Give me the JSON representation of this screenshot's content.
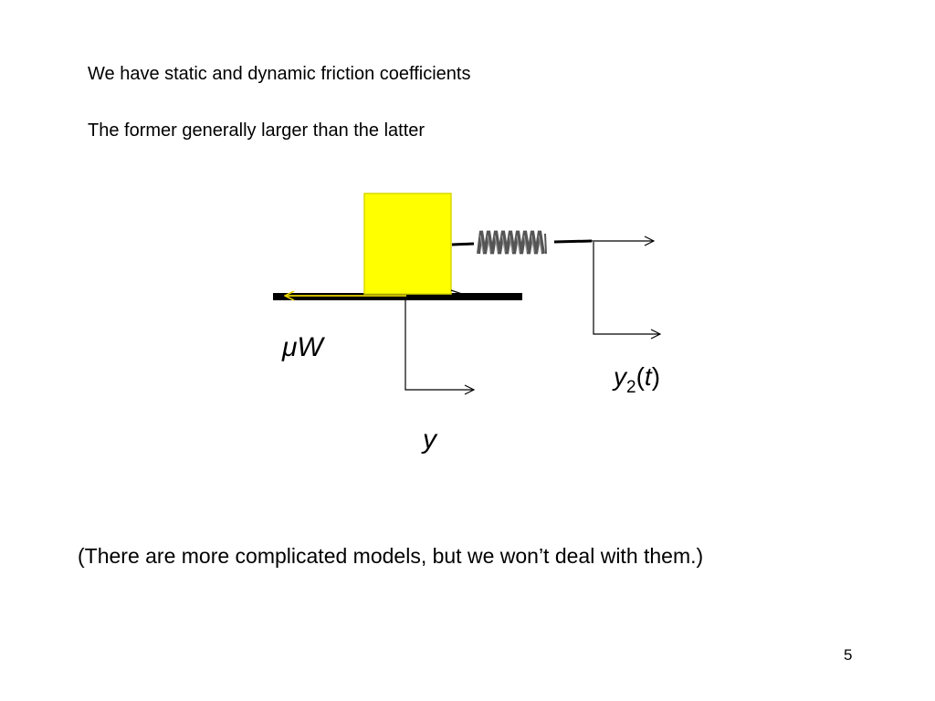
{
  "slide": {
    "line1": "We have static and dynamic friction coefficients",
    "line2": "The former generally larger than the latter",
    "footnote": "(There are more complicated models, but we won’t deal with them.)",
    "page_number": "5"
  },
  "diagram": {
    "labels": {
      "friction": "μW",
      "position": "y",
      "drive_var": "y",
      "drive_sub": "2",
      "drive_paren_open": "(",
      "drive_arg": "t",
      "drive_paren_close": ")"
    },
    "colors": {
      "block": "#ffff00",
      "block_edge": "#d8d800",
      "ground": "#000000",
      "friction_arrow": "#e6d200",
      "spring": "#555555"
    },
    "icons": [
      "friction-arrow-icon",
      "spring-icon"
    ]
  }
}
